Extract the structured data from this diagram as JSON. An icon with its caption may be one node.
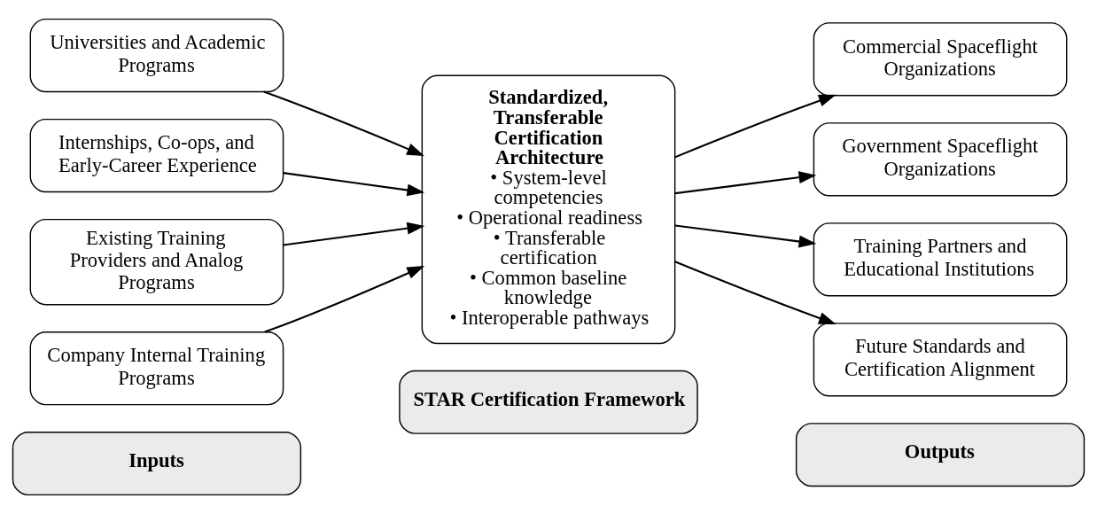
{
  "diagram": {
    "nodes": [
      {
        "text": [
          "Inputs"
        ]
      },
      {
        "text": [
          "STAR Certification Framework"
        ]
      },
      {
        "text": [
          "Outputs"
        ]
      },
      {
        "text": [
          "Universities and Academic Programs"
        ]
      },
      {
        "text": [
          "Internships, Co-ops, and Early-Career Experience"
        ]
      },
      {
        "text": [
          "Existing Training Providers and Analog Programs"
        ]
      },
      {
        "text": [
          "Company Internal Training Programs"
        ]
      },
      {
        "text": [
          "Standardized, Transferable Certification Architecture",
          "• System-level competencies",
          "• Operational readiness",
          "• Transferable certification",
          "• Common baseline knowledge",
          "• Interoperable pathways"
        ]
      },
      {
        "text": [
          "Commercial Spaceflight Organizations"
        ]
      },
      {
        "text": [
          "Government Spaceflight Organizations"
        ]
      },
      {
        "text": [
          "Training Partners and Educational Institutions"
        ]
      },
      {
        "text": [
          "Future Standards and Certification Alignment"
        ]
      }
    ],
    "edges": [
      {
        "from": 3,
        "to": 7,
        "arrow": "to"
      },
      {
        "from": 4,
        "to": 7,
        "arrow": "to"
      },
      {
        "from": 5,
        "to": 7,
        "arrow": "to"
      },
      {
        "from": 6,
        "to": 7,
        "arrow": "to"
      },
      {
        "from": 7,
        "to": 8,
        "arrow": "to"
      },
      {
        "from": 7,
        "to": 9,
        "arrow": "to"
      },
      {
        "from": 7,
        "to": 10,
        "arrow": "to"
      },
      {
        "from": 7,
        "to": 11,
        "arrow": "to"
      }
    ]
  }
}
